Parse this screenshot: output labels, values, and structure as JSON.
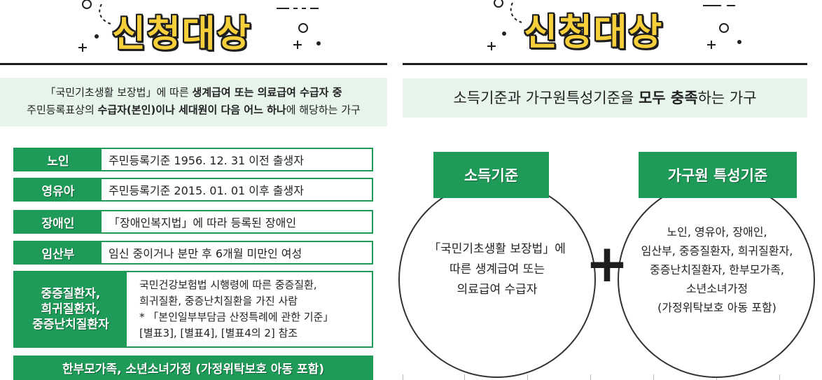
{
  "left": {
    "title": "신청대상",
    "info_parts": [
      {
        "t": "「국민기초생활 보장법」에 따른 ",
        "b": false
      },
      {
        "t": "생계급여 또는 의료급여 수급자 중",
        "b": true
      },
      {
        "t": "주민등록표상의 ",
        "b": false
      },
      {
        "t": "수급자(본인)이나 세대원이 다음 어느 하나",
        "b": true
      },
      {
        "t": "에 해당하는 가구",
        "b": false
      }
    ],
    "rows": [
      {
        "label": "노인",
        "text": "주민등록기준 1956. 12. 31 이전 출생자"
      },
      {
        "label": "영유아",
        "text": "주민등록기준 2015. 01. 01 이후 출생자"
      },
      {
        "label": "장애인",
        "text": "「장애인복지법」에 따라 등록된 장애인"
      },
      {
        "label": "임산부",
        "text": "임신 중이거나 분만 후 6개월 미만인 여성"
      }
    ],
    "disease": {
      "label_lines": [
        "중증질환자,",
        "희귀질환자,",
        "중증난치질환자"
      ],
      "text_lines": [
        "국민건강보험법 시행령에 따른 중증질환,",
        "희귀질환, 중증난치질환을 가진 사람",
        "* 「본인일부부담금 산정특례에 관한 기준」",
        "[별표3], [별표4], [별표4의 2] 참조"
      ]
    },
    "last_row": "한부모가족, 소년소녀가정 (가정위탁보호 아동 포함)"
  },
  "right": {
    "title": "신청대상",
    "info_parts": [
      {
        "t": "소득기준과 가구원특성기준을 ",
        "b": false
      },
      {
        "t": "모두 충족",
        "b": true
      },
      {
        "t": "하는 가구",
        "b": false
      }
    ],
    "income": {
      "label": "소득기준",
      "lines": [
        "「국민기초생활 보장법」에",
        "따른 생계급여 또는",
        "의료급여 수급자"
      ]
    },
    "plus": "+",
    "household": {
      "label": "가구원 특성기준",
      "lines": [
        "노인, 영유아, 장애인,",
        "임산부, 중증질환자, 희귀질환자,",
        "중증난치질환자, 한부모가족,",
        "소년소녀가정",
        "(가정위탁보호 아동 포함)"
      ]
    }
  },
  "colors": {
    "green": "#1e9b58",
    "mint": "#e6f4ec",
    "yellow": "#f6cf3a"
  }
}
